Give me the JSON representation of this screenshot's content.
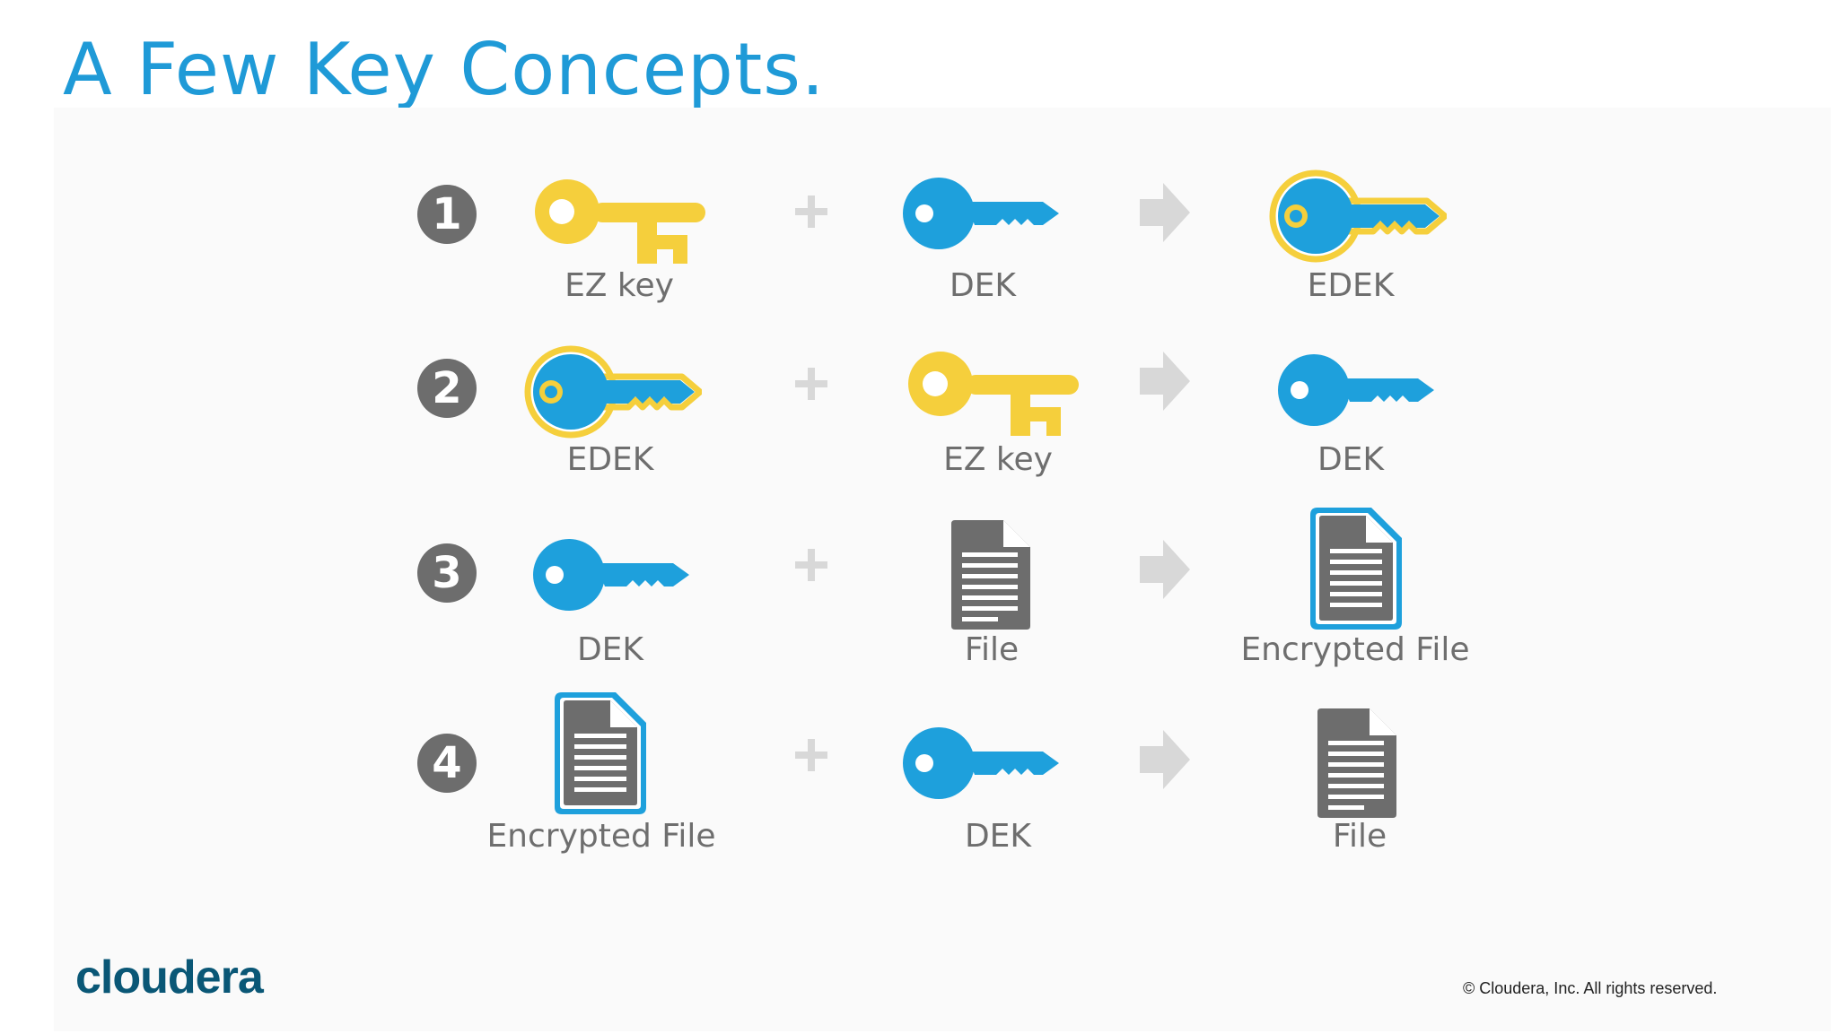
{
  "slide": {
    "title": "A Few Key Concepts.",
    "logo_text": "cloudera",
    "copyright": "© Cloudera, Inc. All rights reserved."
  },
  "colors": {
    "title": "#1f9ad7",
    "key_blue": "#1ea0dc",
    "key_yellow": "#f5cf3c",
    "file_gray": "#6d6d6d",
    "operator_gray": "#d8d8d8",
    "logo": "#0a5776"
  },
  "rows": [
    {
      "step": "1",
      "left": {
        "icon": "ez-key-icon",
        "label": "EZ key"
      },
      "middle": {
        "icon": "dek-key-icon",
        "label": "DEK"
      },
      "result": {
        "icon": "edek-key-icon",
        "label": "EDEK"
      }
    },
    {
      "step": "2",
      "left": {
        "icon": "edek-key-icon",
        "label": "EDEK"
      },
      "middle": {
        "icon": "ez-key-icon",
        "label": "EZ key"
      },
      "result": {
        "icon": "dek-key-icon",
        "label": "DEK"
      }
    },
    {
      "step": "3",
      "left": {
        "icon": "dek-key-icon",
        "label": "DEK"
      },
      "middle": {
        "icon": "file-icon",
        "label": "File"
      },
      "result": {
        "icon": "encrypted-file-icon",
        "label": "Encrypted File"
      }
    },
    {
      "step": "4",
      "left": {
        "icon": "encrypted-file-icon",
        "label": "Encrypted File"
      },
      "middle": {
        "icon": "dek-key-icon",
        "label": "DEK"
      },
      "result": {
        "icon": "file-icon",
        "label": "File"
      }
    }
  ]
}
